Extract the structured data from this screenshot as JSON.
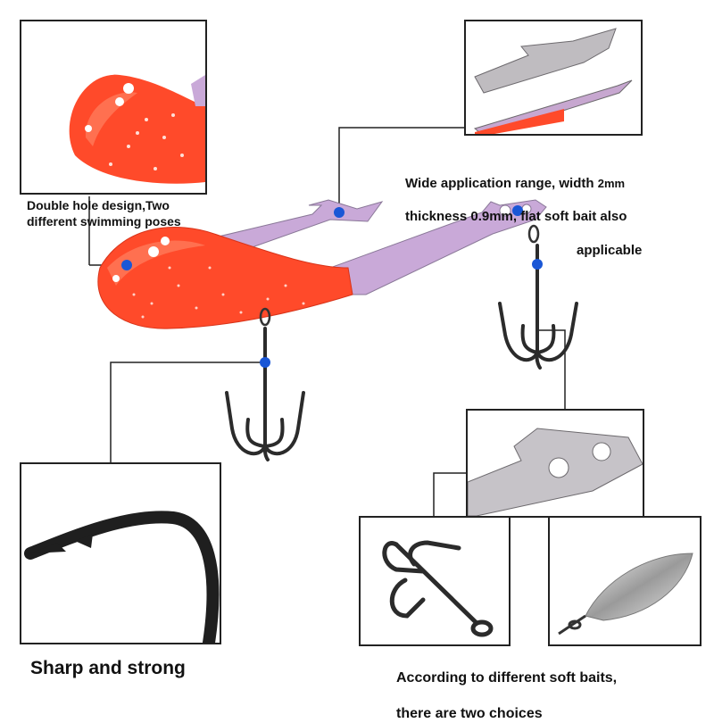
{
  "captions": {
    "double_hole": "Double hole design,Two\ndifferent swimming poses",
    "application_range_line1": "Wide application range, width ",
    "application_range_width": "2mm",
    "application_range_line2": "thickness 0.9mm, flat soft bait also",
    "application_range_line3": "applicable",
    "sharp_strong": "Sharp and strong",
    "choices_line1": "According to different soft baits,",
    "choices_line2": "there are two choices"
  },
  "colors": {
    "lure_body": "#ff4a2a",
    "lure_highlight": "#ff8a6a",
    "metal_shank": "#c9a9d8",
    "hook_metal": "#2b2b2b",
    "callout_dot": "#1a57d6",
    "panel_border": "#222222"
  },
  "icons": {
    "lure_head": "lure-head-icon",
    "treble_hook": "treble-hook-icon",
    "hook_point": "hook-point-icon",
    "spinner_blade": "spinner-blade-icon",
    "bait_keeper": "bait-keeper-icon"
  }
}
